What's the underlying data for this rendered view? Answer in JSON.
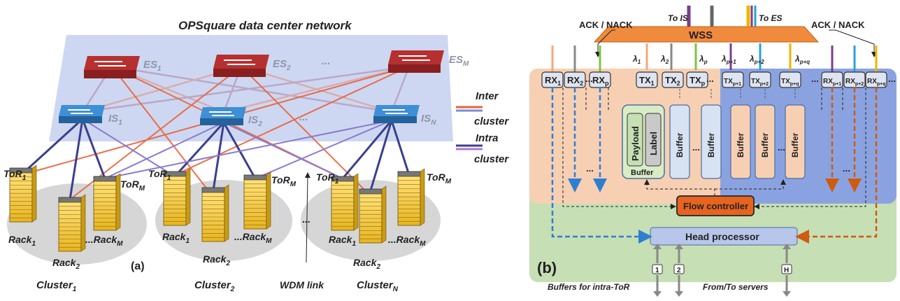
{
  "panel_a": {
    "title": "OPSquare data center network",
    "label": "(a)",
    "es": [
      "ES",
      "ES",
      "ES"
    ],
    "es_sub": [
      "1",
      "2",
      "M"
    ],
    "is": [
      "IS",
      "IS",
      "IS"
    ],
    "is_sub": [
      "1",
      "2",
      "N"
    ],
    "ellipsis": "...",
    "legend": {
      "inter_1": "Inter",
      "inter_2": "cluster",
      "intra_1": "Intra",
      "intra_2": "cluster",
      "inter_colors": [
        "#e8623a",
        "#7b8bd6"
      ],
      "intra_colors": [
        "#3a3f8f",
        "#b07ad0"
      ]
    },
    "tor": "ToR",
    "tor_sub_first": "1",
    "tor_sub_last": "M",
    "rack": "Rack",
    "rack_subs": [
      "1",
      "2",
      "M"
    ],
    "clusters": [
      "Cluster",
      "Cluster",
      "Cluster"
    ],
    "cluster_subs": [
      "1",
      "2",
      "N"
    ],
    "wdm": "WDM link",
    "dots": "..."
  },
  "panel_b": {
    "label": "(b)",
    "wss": "WSS",
    "to_is": "To IS",
    "to_es": "To ES",
    "ack_left": "ACK / NACK",
    "ack_right": "ACK / NACK",
    "rx_left": [
      "RX",
      "RX",
      "RX"
    ],
    "rx_left_sub": [
      "1",
      "2",
      "p"
    ],
    "tx": [
      "TX",
      "TX",
      "TX",
      "TX",
      "TX",
      "TX"
    ],
    "tx_sub": [
      "1",
      "2",
      "p",
      "p+1",
      "p+2",
      "p+q"
    ],
    "rx_right": [
      "RX",
      "RX",
      "RX"
    ],
    "rx_right_sub": [
      "p+1",
      "p+2",
      "p+q"
    ],
    "lambda": [
      "λ",
      "λ",
      "λ",
      "λ",
      "λ",
      "λ"
    ],
    "lambda_sub": [
      "1",
      "2",
      "p",
      "p+1",
      "p+2",
      "p+q"
    ],
    "payload": "Payload",
    "label_text": "Label",
    "buffer": "Buffer",
    "flow_controller": "Flow controller",
    "head_processor": "Head processor",
    "ports": [
      "1",
      "2",
      "H"
    ],
    "buffers_intra": "Buffers for intra-ToR",
    "from_to": "From/To servers",
    "dots": "...",
    "colors": {
      "green_bg": "#c6dfb4",
      "orange_bg": "#f7cfb3",
      "blue_bg": "#8aa3e0",
      "wss": "#f08a3c",
      "flow": "#e8641e",
      "head": "#b7c6ea"
    }
  }
}
